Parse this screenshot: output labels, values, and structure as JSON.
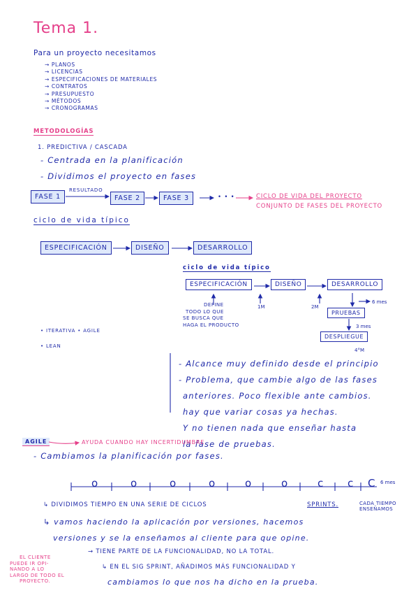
{
  "title": "Tema 1.",
  "intro": "Para un proyecto necesitamos",
  "needs": [
    "Planos",
    "Licencias",
    "Especificaciones de materiales",
    "Contratos",
    "Presupuesto",
    "Métodos",
    "Cronogramas"
  ],
  "metodologias": {
    "heading": "Metodologías",
    "item1": "1. Predictiva / Cascada",
    "bullet1": "- Centrada en la planificación",
    "bullet2": "- Dividimos el proyecto en fases"
  },
  "fases_flow": {
    "fase1": "FASE 1",
    "fase2": "FASE 2",
    "fase3": "FASE 3",
    "resultado": "Resultado",
    "dots": "• • •",
    "ciclo_note": "Ciclo de vida del proyecto",
    "conjunto_note": "Conjunto de fases del proyecto"
  },
  "ciclo1": {
    "heading": "Ciclo de vida típico",
    "especificacion": "Especificación",
    "diseno": "Diseño",
    "desarrollo": "Desarrollo"
  },
  "ciclo2": {
    "heading": "Ciclo de vida típico",
    "especificacion": "Especificación",
    "diseno": "Diseño",
    "desarrollo": "Desarrollo",
    "pruebas": "Pruebas",
    "despliegue": "Despliegue",
    "define_lines": [
      "Define",
      "todo lo que",
      "se busca que",
      "haga el producto"
    ],
    "time_1m": "1M",
    "time_2m": "2M",
    "time_6m": "6 mes",
    "time_3m": "3 mes",
    "time_4m": "4°M"
  },
  "iterativa": "• Iterativa • Agile",
  "lean": "• Lean",
  "predictiva_notes": [
    "- Alcance muy definido desde el principio",
    "- Problema, que cambie algo de las fases",
    "anteriores. Poco flexible ante cambios.",
    "hay que variar cosas ya hechas.",
    "Y no tienen nada que enseñar hasta",
    "la fase de pruebas."
  ],
  "agile": {
    "label": "Agile",
    "note": "Ayuda cuando hay incertidumbre",
    "line": "- Cambiamos la planificación por fases."
  },
  "timeline": {
    "marks": [
      "o",
      "o",
      "o",
      "o",
      "o",
      "o",
      "c",
      "c",
      "C"
    ],
    "unit": "6 mes"
  },
  "sprints_text": [
    "↳ Dividimos tiempo en una serie de ciclos",
    "Sprints.",
    "Cada tiempo enseñamos",
    "↳ vamos haciendo la aplicación por versiones, hacemos",
    "versiones y se la enseñamos al cliente para que opine.",
    "→ Tiene parte de la funcionalidad, no la total.",
    "↳ En el sig sprint, añadimos más funcionalidad y",
    "cambiamos lo que nos ha dicho en la prueba."
  ],
  "cliente_note": [
    "El cliente",
    "puede ir opi-",
    "nando a lo",
    "largo de todo el",
    "proyecto."
  ]
}
